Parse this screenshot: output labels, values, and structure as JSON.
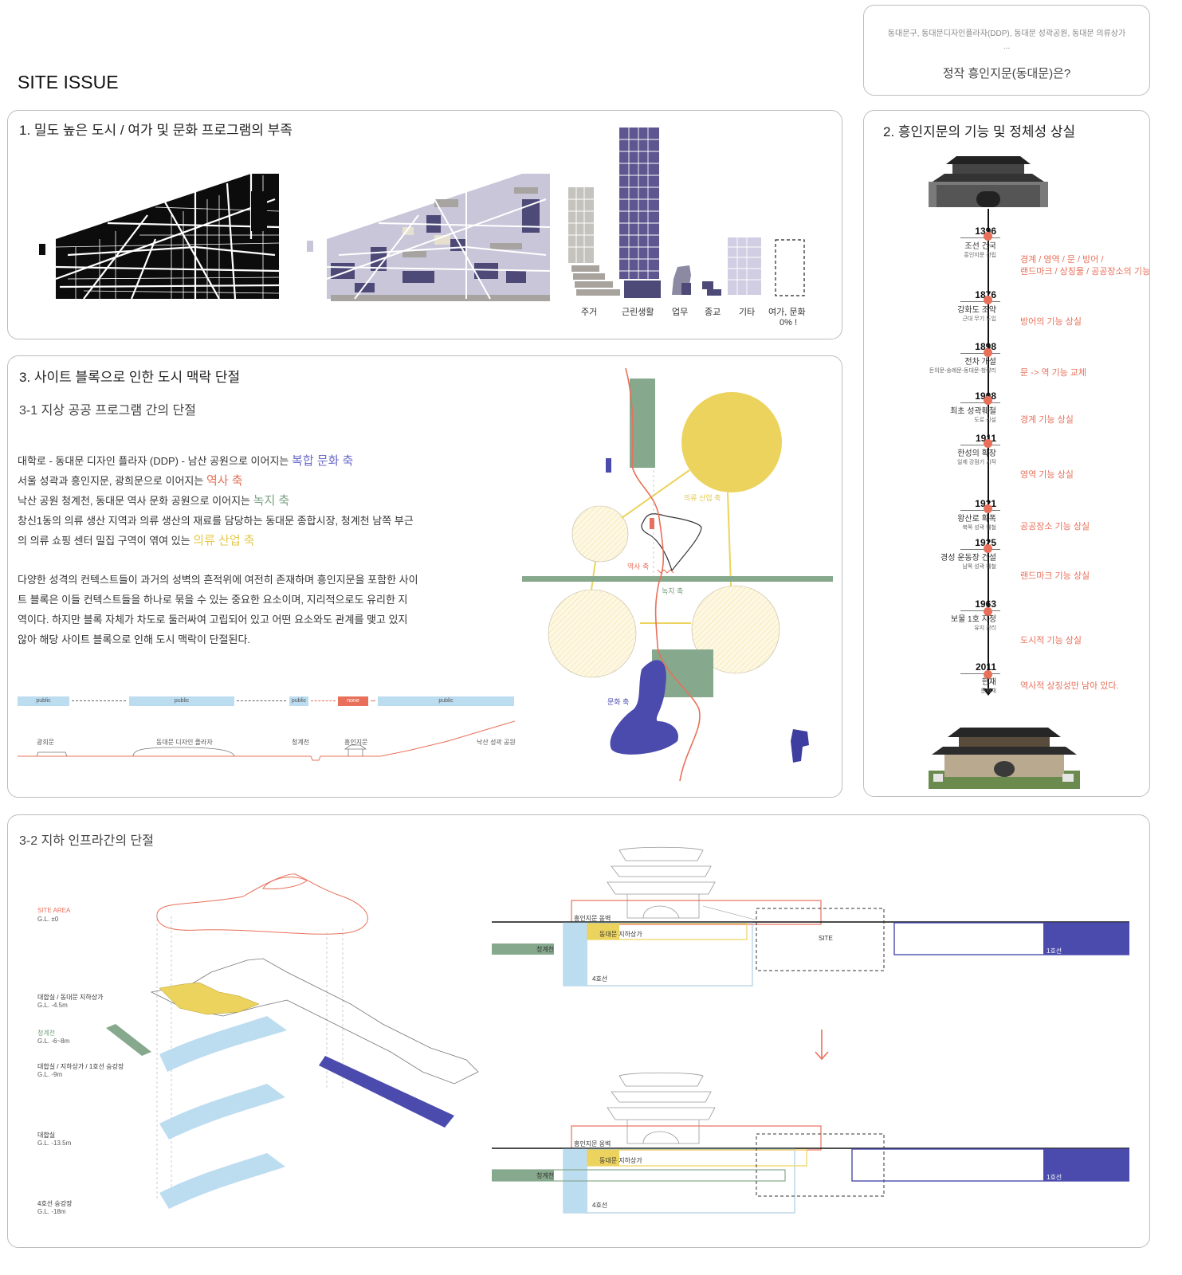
{
  "header": {
    "title": "SITE ISSUE",
    "question_tags": "동대문구, 동대문디자인플라자(DDP), 동대문 성곽공원, 동대문 의류상가",
    "question_dots": "...",
    "question": "정작 흥인지문(동대문)은?"
  },
  "section1": {
    "title": "1. 밀도 높은 도시 / 여가 및 문화 프로그램의 부족",
    "categories": [
      "주거",
      "근린생활",
      "업무",
      "종교",
      "기타",
      "여가, 문화"
    ],
    "leisure_value": "0% !"
  },
  "section2": {
    "title": "2. 흥인지문의 기능 및 정체성 상실",
    "timeline": [
      {
        "year": "1396",
        "desc": "조선 건국",
        "detail": "흥인지문 건립",
        "function": "경계 / 영역 / 문 / 방어 /\n랜드마크 / 상징물 / 공공장소의 기능"
      },
      {
        "year": "1876",
        "desc": "강화도 조약",
        "detail": "근대 무기 도입",
        "function": "방어의 기능 상실"
      },
      {
        "year": "1898",
        "desc": "전차 개설",
        "detail": "돈의문-숭례문-동대문-청량리",
        "function": "문 -> 역 기능 교체"
      },
      {
        "year": "1908",
        "desc": "최초 성곽훼철",
        "detail": "도로 신설",
        "function": "경계 기능 상실"
      },
      {
        "year": "1911",
        "desc": "한성의 확장",
        "detail": "일제 강점기 시작",
        "function": "영역 기능 상실"
      },
      {
        "year": "1921",
        "desc": "왕산로 확폭",
        "detail": "북쪽 성곽 훼철",
        "function": "공공장소 기능 상실"
      },
      {
        "year": "1925",
        "desc": "경성 운동장 건설",
        "detail": "남쪽 성곽 훼철",
        "function": "랜드마크 기능 상실"
      },
      {
        "year": "1963",
        "desc": "보물 1호 지정",
        "detail": "유지 관리",
        "function": "도시적 기능 상실"
      },
      {
        "year": "2011",
        "desc": "현재",
        "detail": "문화재",
        "function": "역사적 상징성만 남아 있다."
      }
    ]
  },
  "section3": {
    "title": "3. 사이트 블록으로 인한 도시 맥락 단절",
    "subtitle": "3-1 지상 공공 프로그램 간의 단절",
    "para1": [
      {
        "text": "대학로 - 동대문 디자인 플라자 (DDP) - 남산 공원으로 이어지는 ",
        "axis": "복합 문화 축"
      },
      {
        "text": "서울 성곽과 흥인지문, 광희문으로 이어지는 ",
        "axis": "역사 축"
      },
      {
        "text": "낙산 공원 청계천, 동대문 역사 문화 공원으로 이어지는 ",
        "axis": "녹지 축"
      },
      {
        "text": "창신1동의 의류 생산 지역과 의류 생산의 재료를 담당하는 동대문 종합시장, 청계천 남쪽 부근",
        "axis": ""
      },
      {
        "text": "의 의류 쇼핑 센터 밀집 구역이 엮여 있는 ",
        "axis": "의류 산업 축"
      }
    ],
    "para2": [
      "다양한 성격의 컨텍스트들이 과거의 성벽의 흔적위에 여전히 존재하며 흥인지문을 포함한 사이",
      "트 블록은 이들 컨텍스트들을 하나로 묶을 수 있는 중요한 요소이며, 지리적으로도 유리한 지",
      "역이다. 하지만 블록 자체가 차도로 둘러싸여 고립되어 있고 어떤 요소와도 관계를 맺고 있지",
      "않아 해당 사이트 블록으로 인해 도시 맥락이 단절된다."
    ],
    "section_bar": [
      "public",
      "public",
      "public",
      "none",
      "public"
    ],
    "section_places": [
      "광희문",
      "동대문 디자인 플라자",
      "청계천",
      "흥인지문",
      "낙산 성곽 공원"
    ],
    "axis_labels": {
      "industry": "의류 산업 축",
      "history": "역사 축",
      "green": "녹지 축",
      "culture": "문화 축"
    }
  },
  "section32": {
    "subtitle": "3-2 지하 인프라간의 단절",
    "levels": [
      {
        "name": "SITE AREA",
        "gl": "G.L. ±0"
      },
      {
        "name": "대합실 / 동대문 지하상가",
        "gl": "G.L. -4.5m"
      },
      {
        "name": "청계천",
        "gl": "G.L. -6~8m"
      },
      {
        "name": "대합실 / 지하상가 / 1호선 승강장",
        "gl": "G.L. -9m"
      },
      {
        "name": "대합실",
        "gl": "G.L. -13.5m"
      },
      {
        "name": "4호선 승강장",
        "gl": "G.L. -18m"
      }
    ],
    "diagram_labels": {
      "wall": "흥인지문 옹벽",
      "mall": "동대문 지하상가",
      "stream": "청계천",
      "line4": "4호선",
      "line1": "1호선",
      "site": "SITE"
    }
  },
  "colors": {
    "accent": "#e8705a",
    "green": "#86a88c",
    "yellow": "#ecd35e",
    "purple": "#4b4bae",
    "light_blue": "#bcdcf0",
    "dark_purple": "#4e4a78"
  }
}
